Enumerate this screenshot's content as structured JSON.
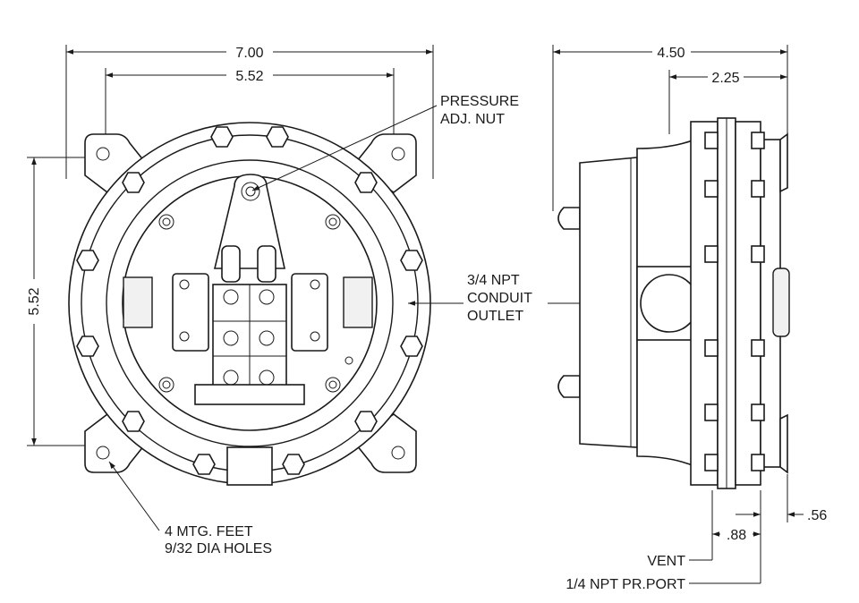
{
  "dimensions": {
    "front_overall_width": "7.00",
    "front_bolt_width": "5.52",
    "front_bolt_height": "5.52",
    "side_overall_depth": "4.50",
    "side_half_depth": "2.25",
    "vent_offset": ".88",
    "port_offset": ".56"
  },
  "callouts": {
    "pressure_line1": "PRESSURE",
    "pressure_line2": "ADJ. NUT",
    "conduit_line1": "3/4 NPT",
    "conduit_line2": "CONDUIT",
    "conduit_line3": "OUTLET",
    "feet_line1": "4 MTG. FEET",
    "feet_line2": "9/32 DIA HOLES",
    "vent": "VENT",
    "pressure_port": "1/4 NPT PR.PORT"
  }
}
